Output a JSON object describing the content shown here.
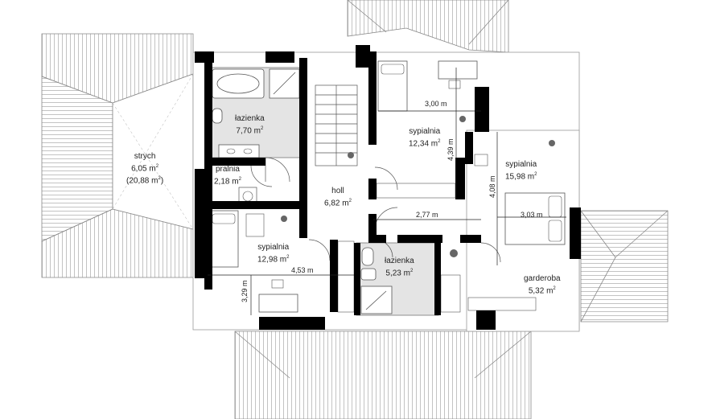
{
  "rooms": {
    "lazienka_top": {
      "name": "łazienka",
      "area": "7,70 m",
      "unit_sup": "2"
    },
    "strych": {
      "name": "strych",
      "area": "6,05 m",
      "unit_sup": "2",
      "area2": "(20,88 m",
      "area2_sup": "2",
      "area2_close": ")"
    },
    "pralnia": {
      "name": "pralnia",
      "area": "2,18 m",
      "unit_sup": "2"
    },
    "sypialnia_top": {
      "name": "sypialnia",
      "area": "12,34 m",
      "unit_sup": "2"
    },
    "sypialnia_right": {
      "name": "sypialnia",
      "area": "15,98 m",
      "unit_sup": "2"
    },
    "holl": {
      "name": "holl",
      "area": "6,82 m",
      "unit_sup": "2"
    },
    "sypialnia_left": {
      "name": "sypialnia",
      "area": "12,98 m",
      "unit_sup": "2"
    },
    "lazienka_bottom": {
      "name": "łazienka",
      "area": "5,23 m",
      "unit_sup": "2"
    },
    "garderoba": {
      "name": "garderoba",
      "area": "5,32 m",
      "unit_sup": "2"
    }
  },
  "dimensions": {
    "d300": "3,00 m",
    "d439": "4,39 m",
    "d408": "4,08 m",
    "d277": "2,77 m",
    "d303": "3,03 m",
    "d453": "4,53 m",
    "d329": "3,29 m"
  }
}
